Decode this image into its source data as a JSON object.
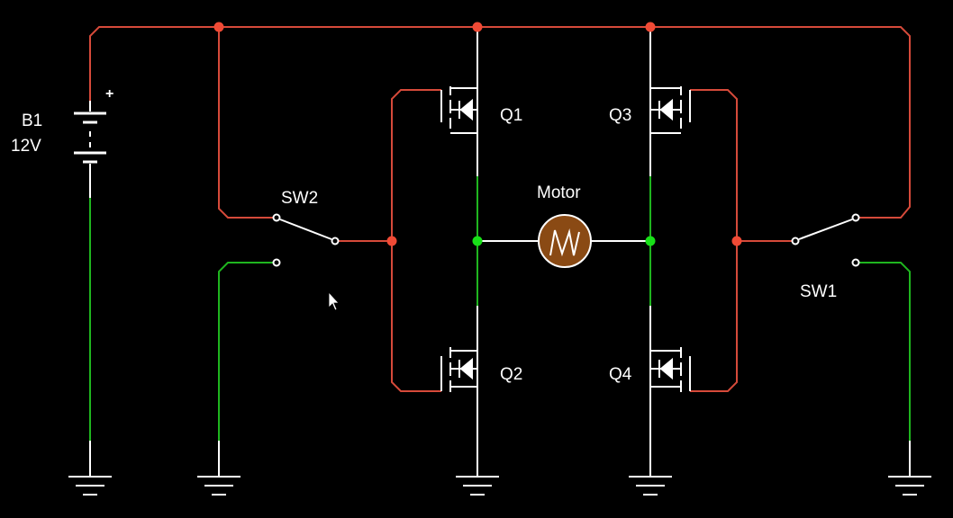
{
  "colors": {
    "background": "#000000",
    "wire_high": "#d64a3a",
    "wire_low": "#1fb51f",
    "node_high": "#f04a35",
    "node_low": "#18e018",
    "component": "#ffffff",
    "motor_fill": "#8a4a14"
  },
  "labels": {
    "battery_name": "B1",
    "battery_value": "12V",
    "battery_plus": "+",
    "sw2": "SW2",
    "sw1": "SW1",
    "q1": "Q1",
    "q2": "Q2",
    "q3": "Q3",
    "q4": "Q4",
    "motor": "Motor"
  }
}
